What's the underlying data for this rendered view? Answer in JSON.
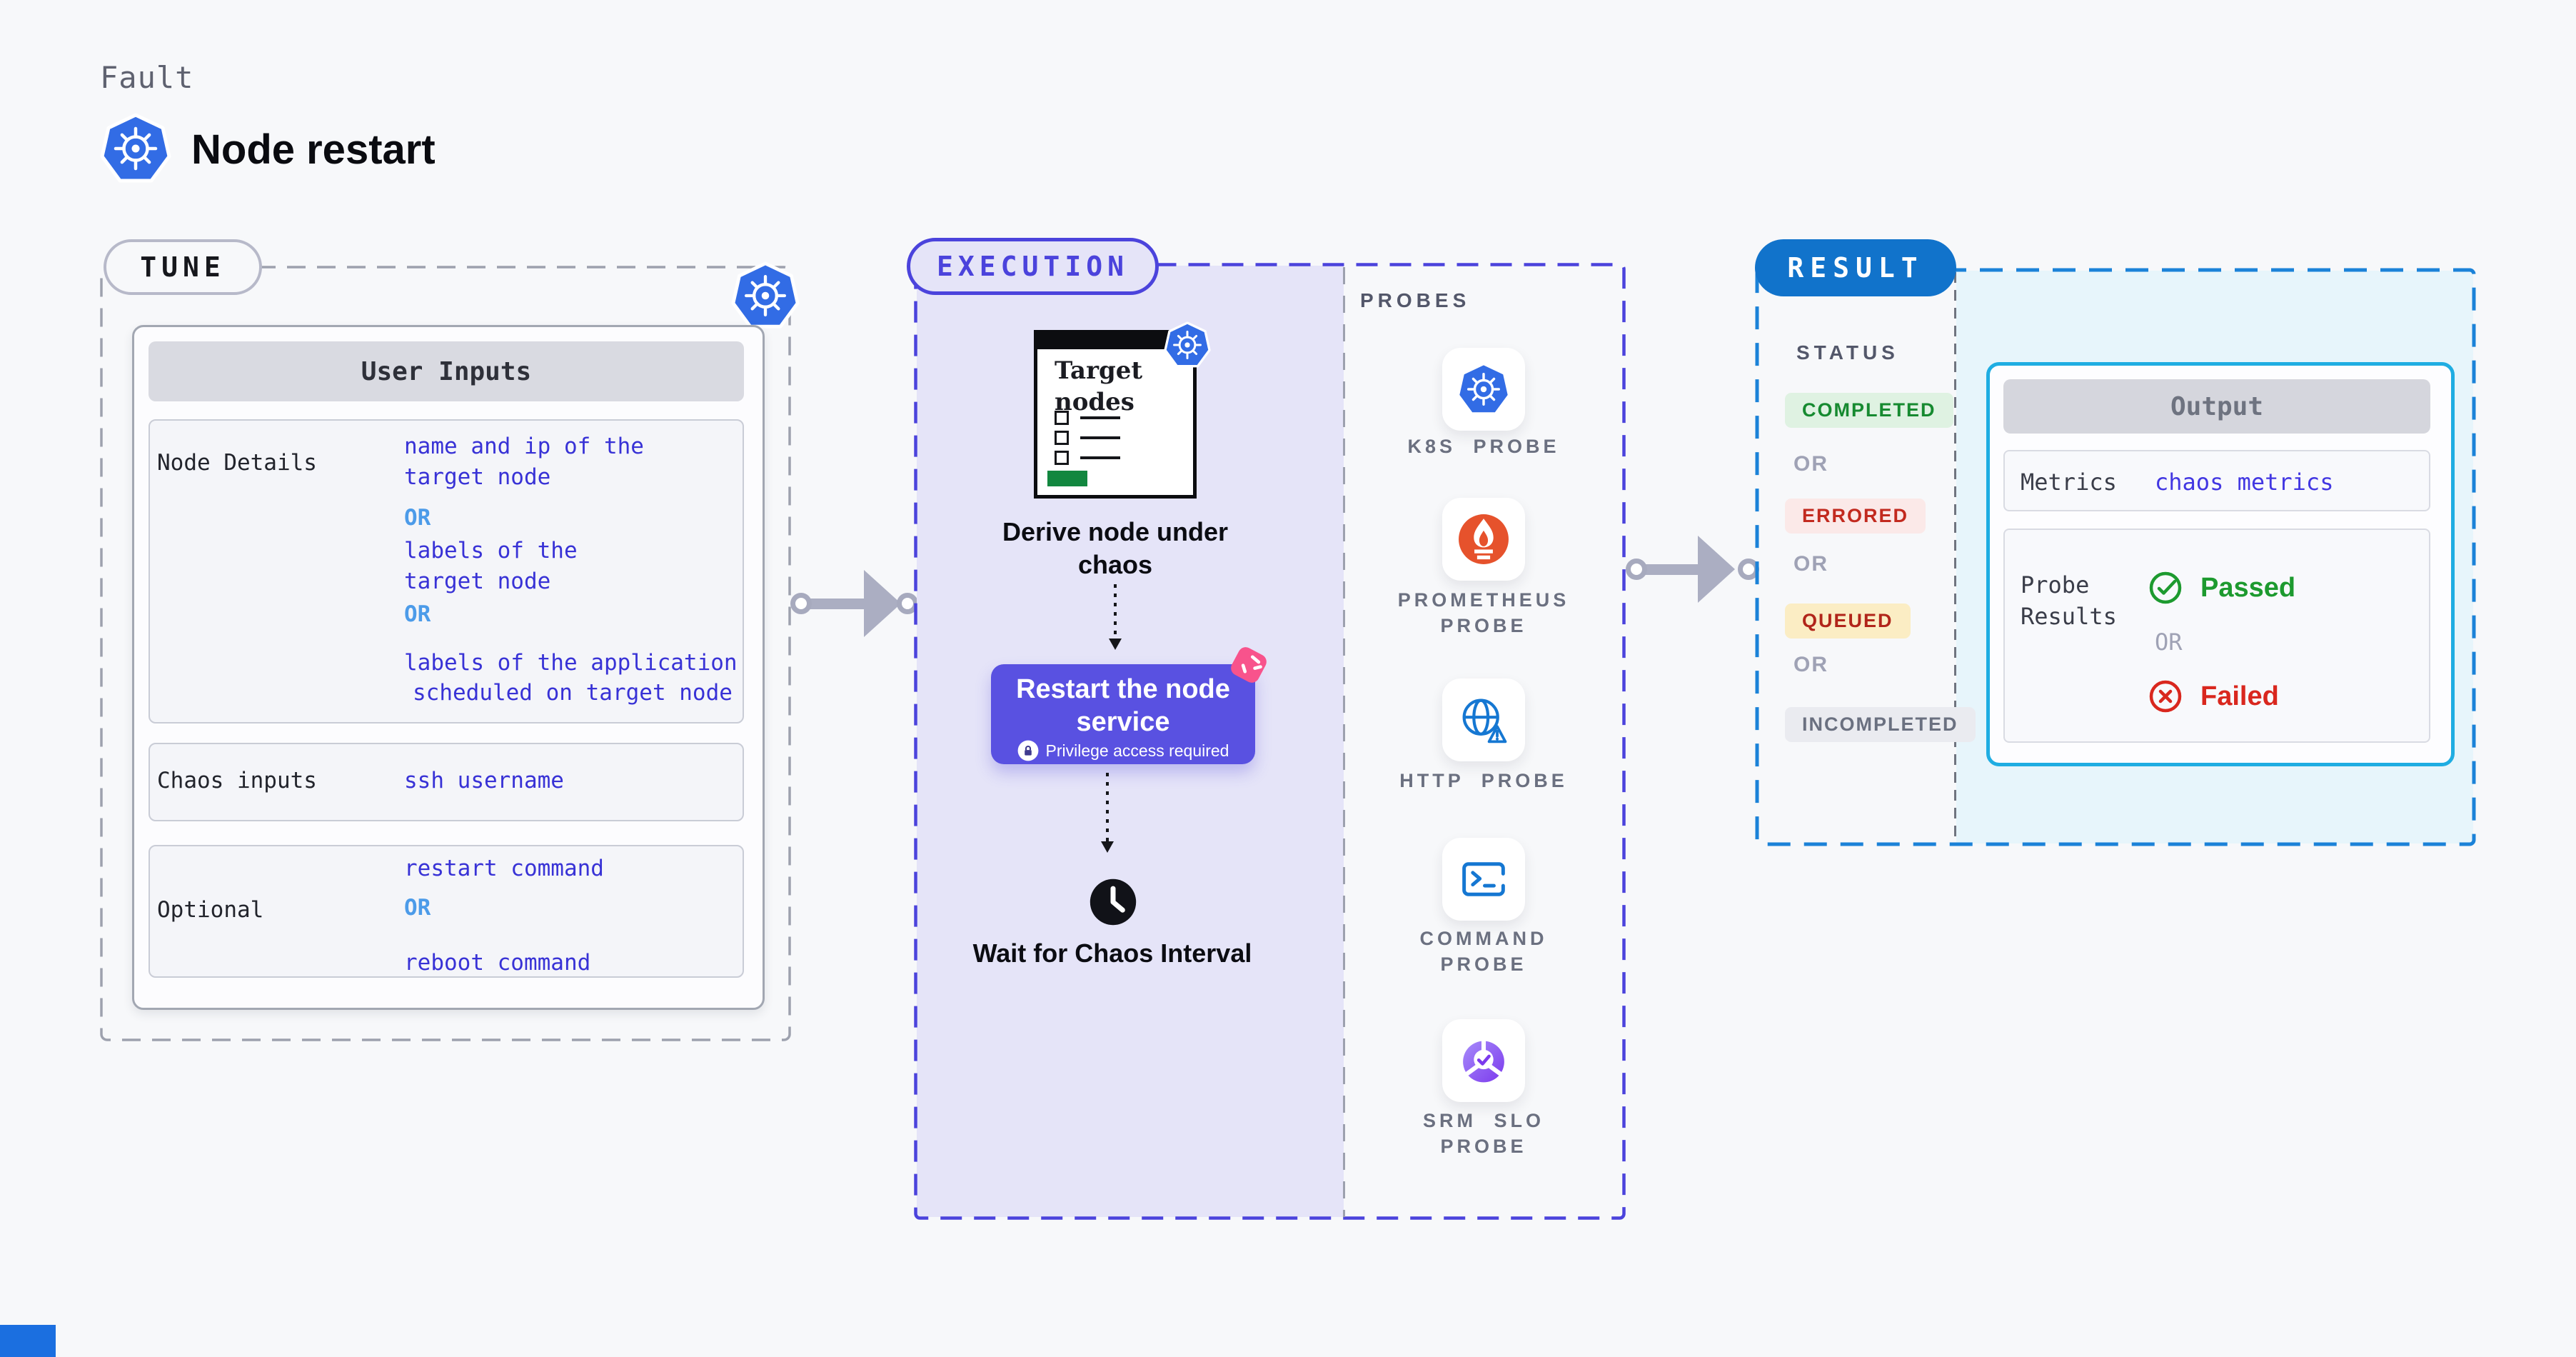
{
  "header": {
    "fault": "Fault",
    "title": "Node restart"
  },
  "tune": {
    "pill": "TUNE",
    "user_inputs_header": "User Inputs",
    "node_details": {
      "label": "Node Details",
      "l1": "name and ip of the",
      "l2": "target node",
      "or1": "OR",
      "l3": "labels of the",
      "l4": "target node",
      "or2": "OR",
      "l5": "labels of the application",
      "l6": "scheduled on target node"
    },
    "chaos_inputs": {
      "label": "Chaos inputs",
      "value": "ssh username"
    },
    "optional": {
      "label": "Optional",
      "l1": "restart command",
      "or": "OR",
      "l2": "reboot command"
    }
  },
  "execution": {
    "pill": "EXECUTION",
    "target_box_title": "Target nodes",
    "derive_label": "Derive node under chaos",
    "restart_title": "Restart the node service",
    "privilege_note": "Privilege access required",
    "wait_label": "Wait for Chaos Interval"
  },
  "probes": {
    "section_label": "PROBES",
    "items": [
      {
        "name": "k8s-probe",
        "label": "K8S PROBE"
      },
      {
        "name": "prometheus-probe",
        "label": "PROMETHEUS PROBE"
      },
      {
        "name": "http-probe",
        "label": "HTTP PROBE"
      },
      {
        "name": "command-probe",
        "label": "COMMAND PROBE"
      },
      {
        "name": "srm-slo-probe",
        "label": "SRM SLO PROBE"
      }
    ]
  },
  "result": {
    "pill": "RESULT",
    "status_label": "STATUS",
    "or": "OR",
    "statuses": [
      {
        "label": "COMPLETED",
        "text_color": "#168A30",
        "bg_color": "#DFF2E2"
      },
      {
        "label": "ERRORED",
        "text_color": "#C22A1F",
        "bg_color": "#FBE9E8"
      },
      {
        "label": "QUEUED",
        "text_color": "#B1251A",
        "bg_color": "#FBEDC4"
      },
      {
        "label": "INCOMPLETED",
        "text_color": "#6A7080",
        "bg_color": "#EAEBF0"
      }
    ],
    "output": {
      "header": "Output",
      "metrics_label": "Metrics",
      "metrics_value": "chaos metrics",
      "probe_results_label": "Probe Results",
      "passed": "Passed",
      "or": "OR",
      "failed": "Failed"
    }
  },
  "colors": {
    "page_bg": "#F7F8FA",
    "kubernetes_blue": "#326CE5",
    "execution_indigo": "#4B43DC",
    "execution_fill": "#E5E4F8",
    "restart_button": "#5951E1",
    "chaos_pink": "#F8538C",
    "result_pill_blue": "#1173CB",
    "result_border_blue": "#1B82D8",
    "result_fill_cyan": "#E7F5FB",
    "output_border_cyan": "#1FADE2",
    "value_blue": "#3832D6",
    "or_blue": "#4C9BE9",
    "passed_green": "#1D9A2F",
    "failed_red": "#D9271E",
    "prometheus_orange": "#E6522C",
    "illustration_green": "#12873F",
    "arrow_gray": "#ABAEC2"
  }
}
